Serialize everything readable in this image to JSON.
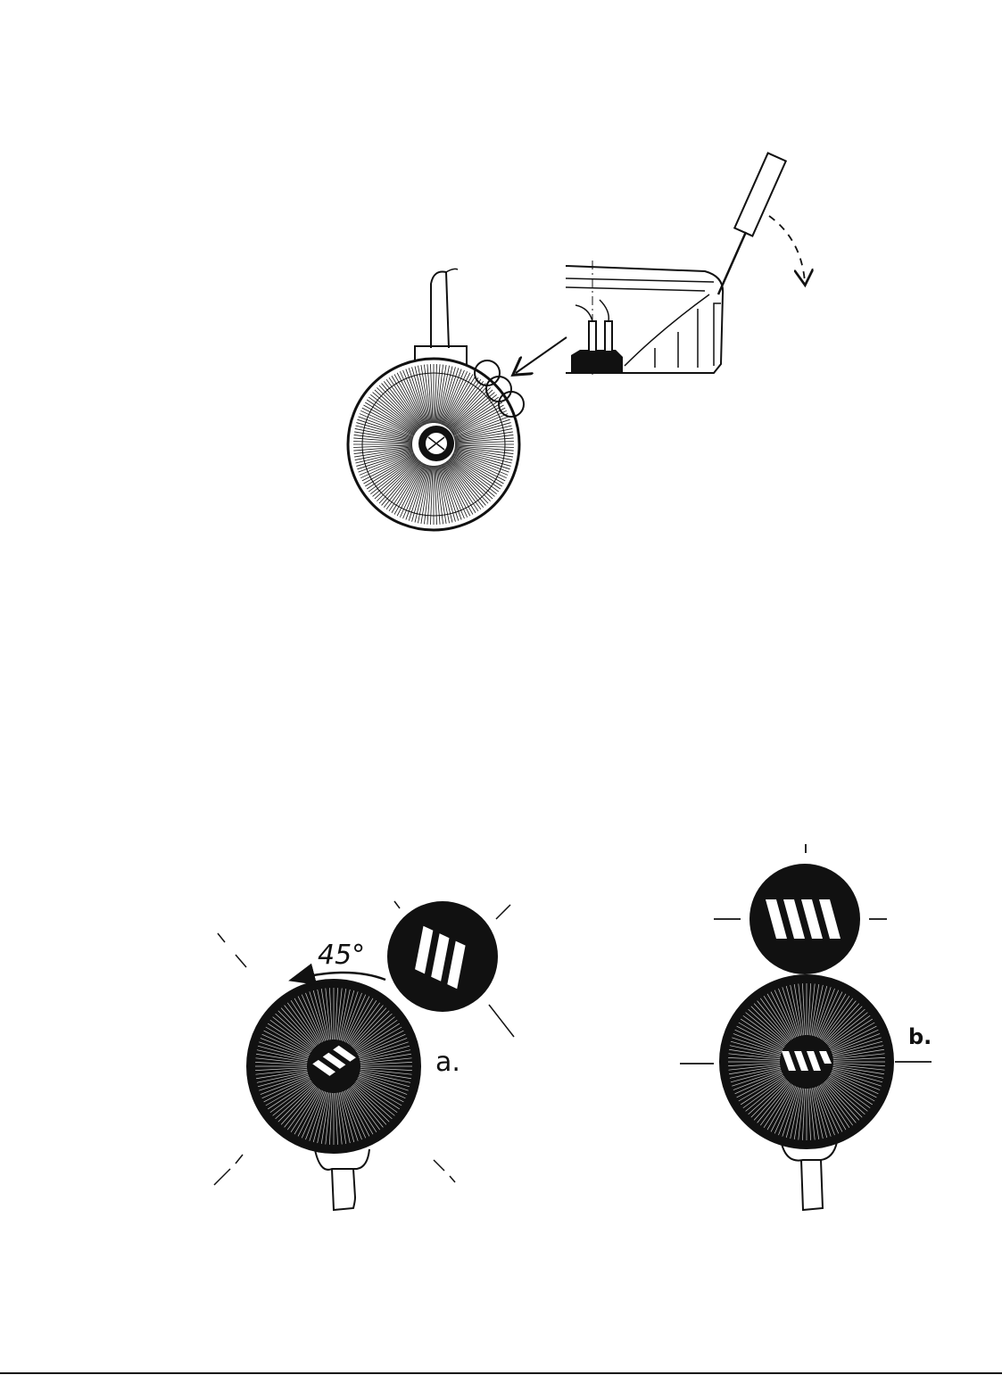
{
  "diagram": {
    "labels": {
      "angle": "45°",
      "view_a": "a.",
      "view_b": "b."
    },
    "colors": {
      "ink": "#111111",
      "paper": "#ffffff"
    },
    "icons": {
      "tool": "screwdriver-icon",
      "rotation_a": "curved-arrow-icon",
      "rotation_top": "dashed-curved-arrow-icon"
    }
  }
}
